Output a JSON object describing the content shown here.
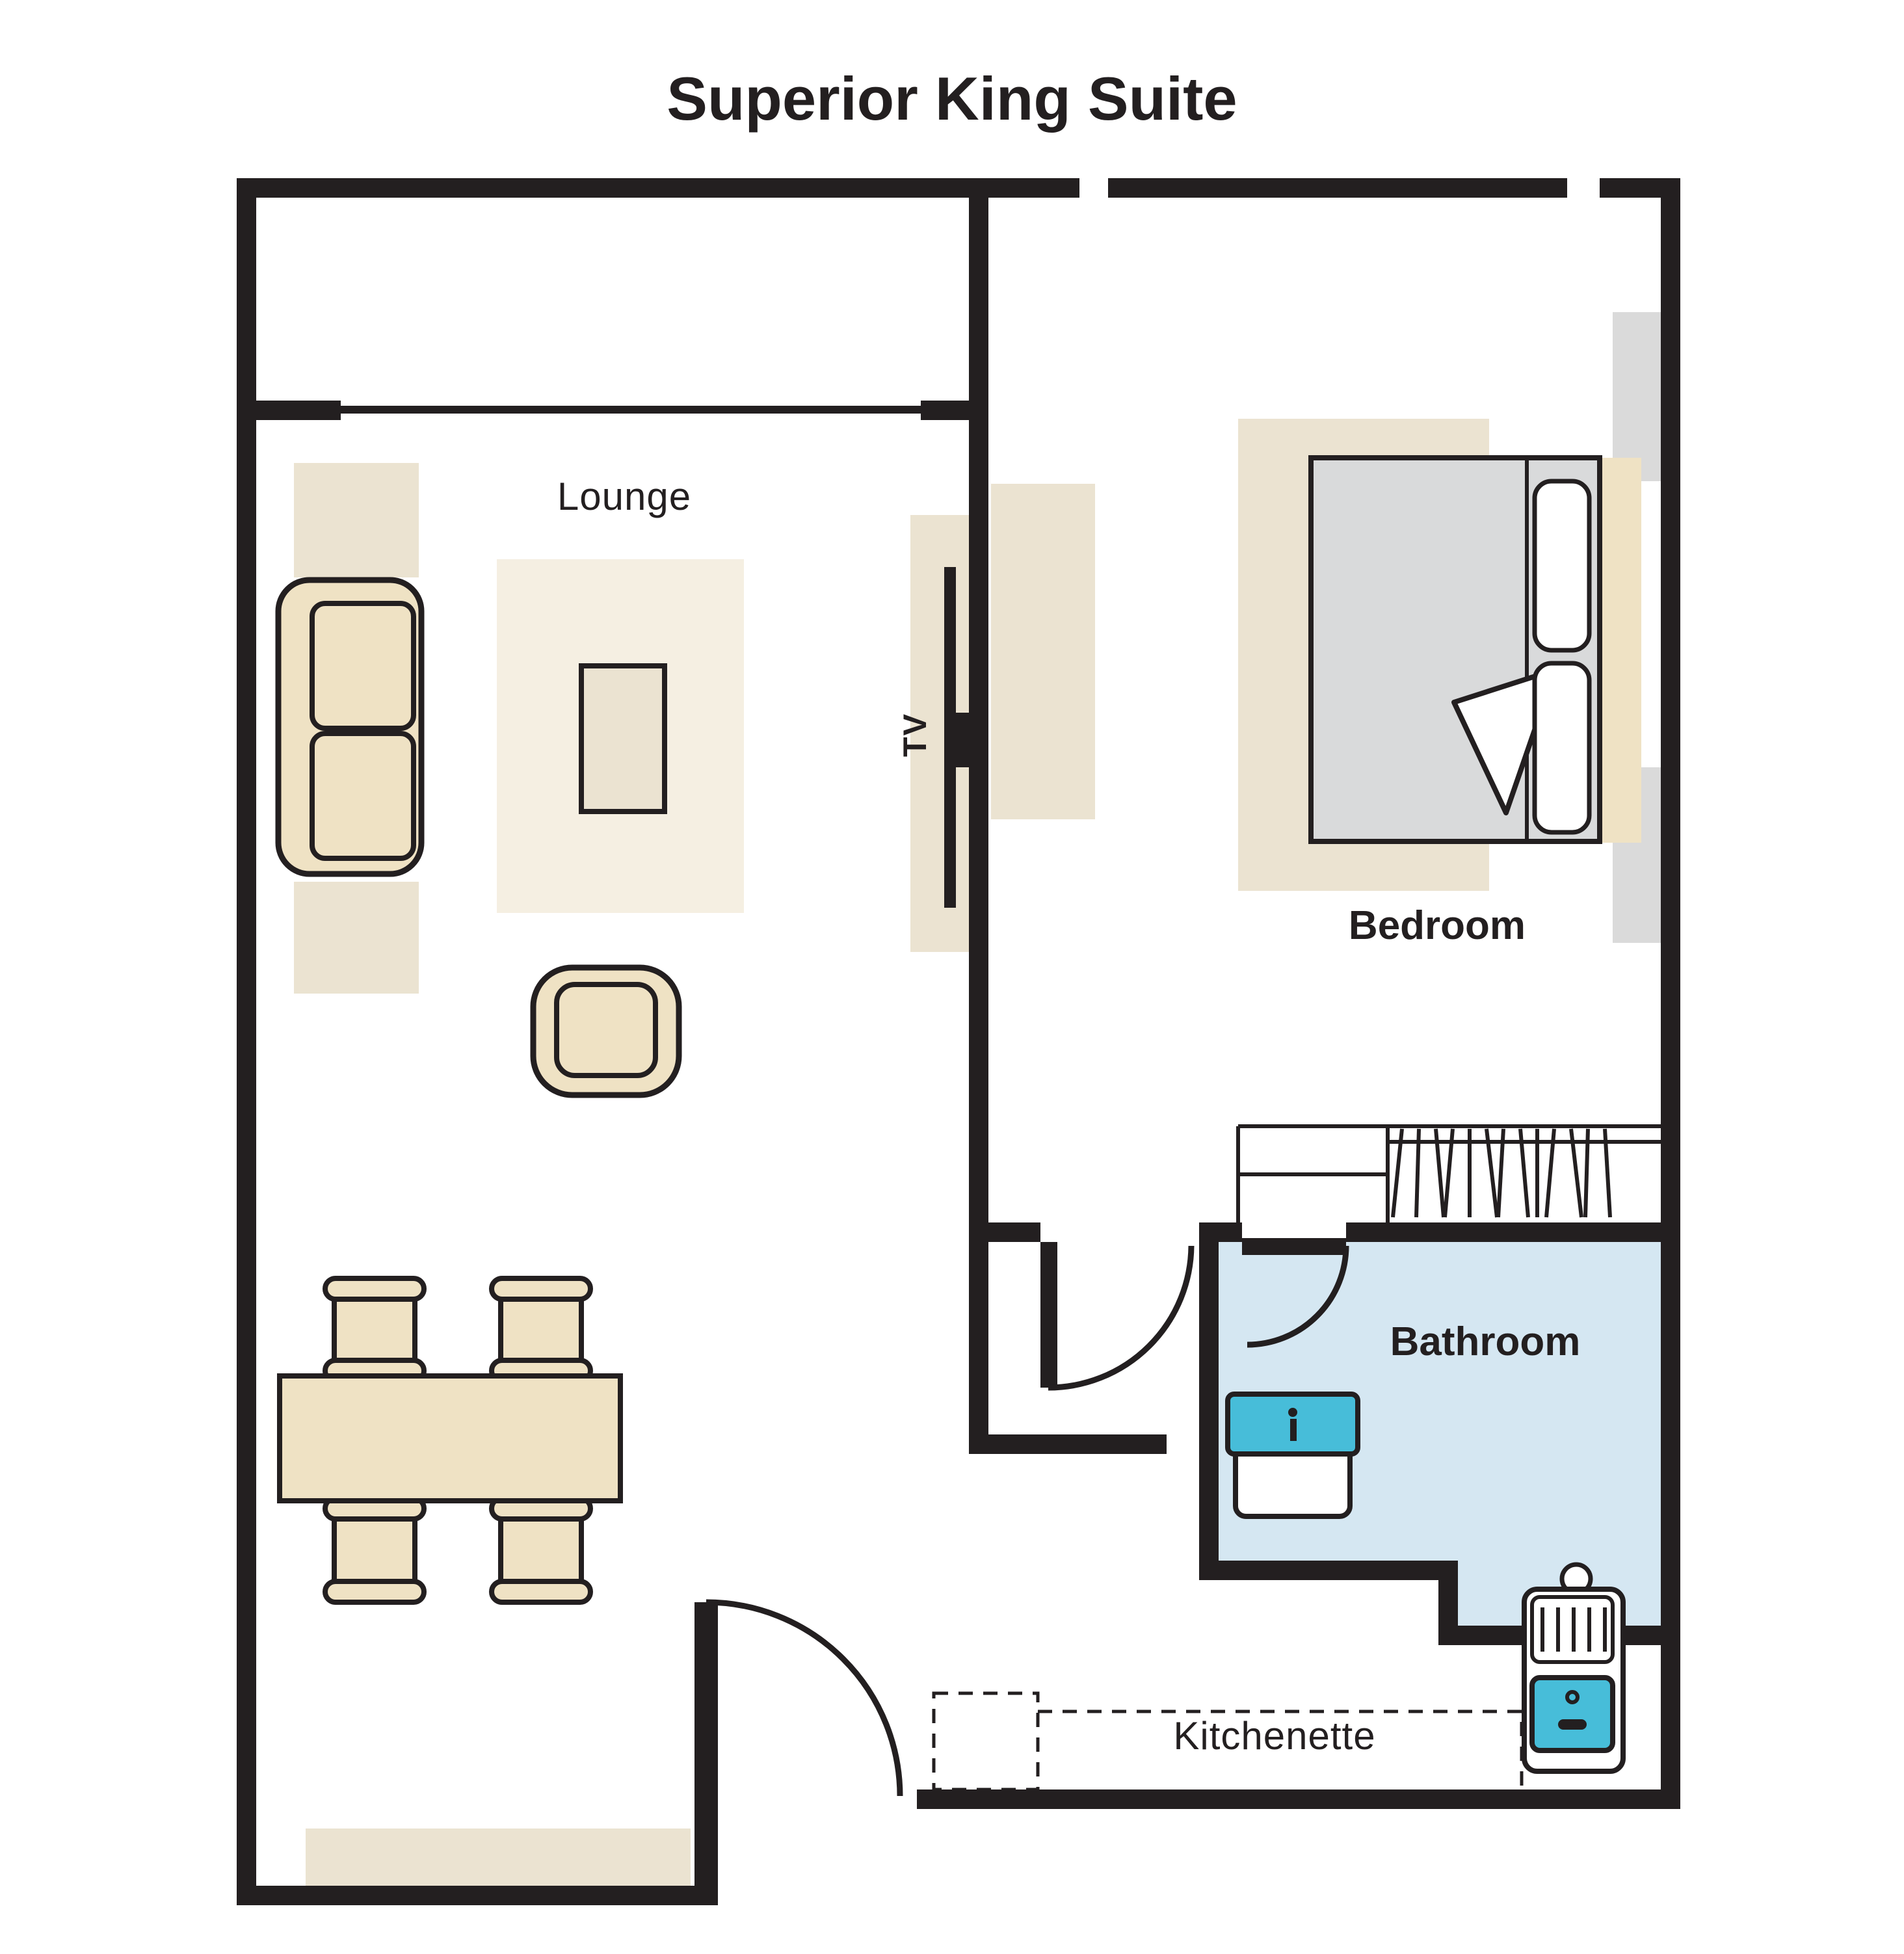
{
  "title": "Superior King Suite",
  "rooms": {
    "lounge": {
      "label": "Lounge"
    },
    "bedroom": {
      "label": "Bedroom"
    },
    "bathroom": {
      "label": "Bathroom"
    },
    "kitchenette": {
      "label": "Kitchenette"
    },
    "tv": {
      "label": "TV"
    }
  },
  "colors": {
    "background": "#ffffff",
    "text": "#231f20",
    "wall": "#231f20",
    "furniture_beige": "#efe2c4",
    "furniture_light": "#ebe3d1",
    "rug": "#f5efe2",
    "bed_grey": "#d9dadb",
    "wardrobe_grey": "#dadada",
    "bathroom_floor": "#d5e7f2",
    "fixture_blue": "#47bdd9"
  }
}
